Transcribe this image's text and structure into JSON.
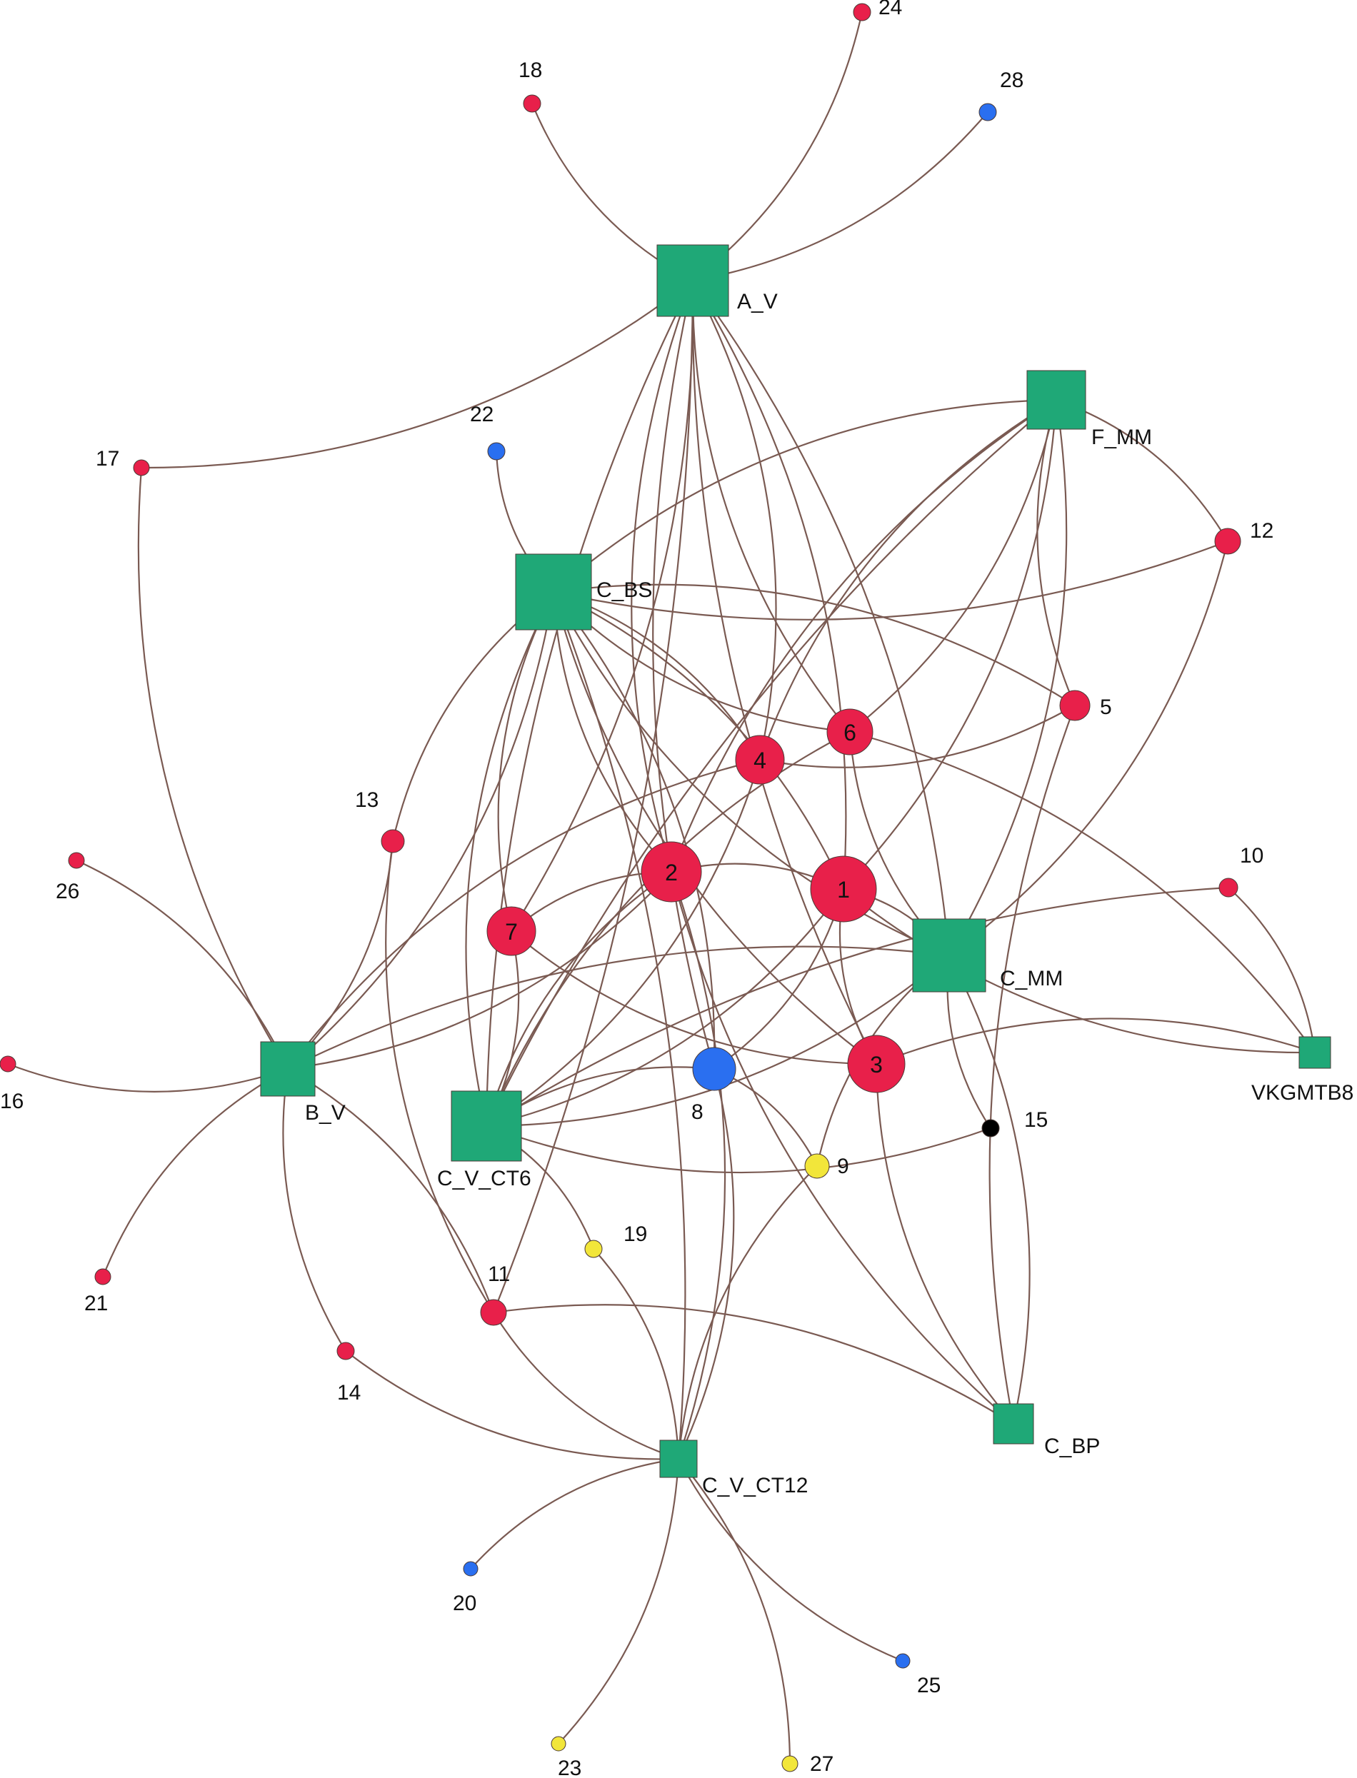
{
  "colors": {
    "hub": "#1fa877",
    "red": "#e8204a",
    "blue": "#2a6ff0",
    "yellow": "#f2e63a",
    "black": "#000000",
    "edge": "#7a5a52"
  },
  "nodes": [
    {
      "id": "A_V",
      "label": "A_V",
      "shape": "square",
      "color": "hub"
    },
    {
      "id": "F_MM",
      "label": "F_MM",
      "shape": "square",
      "color": "hub"
    },
    {
      "id": "C_BS",
      "label": "C_BS",
      "shape": "square",
      "color": "hub"
    },
    {
      "id": "C_MM",
      "label": "C_MM",
      "shape": "square",
      "color": "hub"
    },
    {
      "id": "B_V",
      "label": "B_V",
      "shape": "square",
      "color": "hub"
    },
    {
      "id": "C_V_CT6",
      "label": "C_V_CT6",
      "shape": "square",
      "color": "hub"
    },
    {
      "id": "C_V_CT12",
      "label": "C_V_CT12",
      "shape": "square",
      "color": "hub"
    },
    {
      "id": "C_BP",
      "label": "C_BP",
      "shape": "square",
      "color": "hub"
    },
    {
      "id": "VKGMTB8",
      "label": "VKGMTB8",
      "shape": "square",
      "color": "hub"
    },
    {
      "id": "1",
      "label": "1",
      "shape": "circle",
      "color": "red",
      "inner": true
    },
    {
      "id": "2",
      "label": "2",
      "shape": "circle",
      "color": "red",
      "inner": true
    },
    {
      "id": "3",
      "label": "3",
      "shape": "circle",
      "color": "red",
      "inner": true
    },
    {
      "id": "4",
      "label": "4",
      "shape": "circle",
      "color": "red",
      "inner": true
    },
    {
      "id": "6",
      "label": "6",
      "shape": "circle",
      "color": "red",
      "inner": true
    },
    {
      "id": "7",
      "label": "7",
      "shape": "circle",
      "color": "red",
      "inner": true
    },
    {
      "id": "5",
      "label": "5",
      "shape": "circle",
      "color": "red"
    },
    {
      "id": "8",
      "label": "8",
      "shape": "circle",
      "color": "blue"
    },
    {
      "id": "9",
      "label": "9",
      "shape": "circle",
      "color": "yellow"
    },
    {
      "id": "10",
      "label": "10",
      "shape": "circle",
      "color": "red"
    },
    {
      "id": "11",
      "label": "11",
      "shape": "circle",
      "color": "red"
    },
    {
      "id": "12",
      "label": "12",
      "shape": "circle",
      "color": "red"
    },
    {
      "id": "13",
      "label": "13",
      "shape": "circle",
      "color": "red"
    },
    {
      "id": "14",
      "label": "14",
      "shape": "circle",
      "color": "red"
    },
    {
      "id": "15",
      "label": "15",
      "shape": "circle",
      "color": "black"
    },
    {
      "id": "16",
      "label": "16",
      "shape": "circle",
      "color": "red"
    },
    {
      "id": "17",
      "label": "17",
      "shape": "circle",
      "color": "red"
    },
    {
      "id": "18",
      "label": "18",
      "shape": "circle",
      "color": "red"
    },
    {
      "id": "19",
      "label": "19",
      "shape": "circle",
      "color": "yellow"
    },
    {
      "id": "20",
      "label": "20",
      "shape": "circle",
      "color": "blue"
    },
    {
      "id": "21",
      "label": "21",
      "shape": "circle",
      "color": "red"
    },
    {
      "id": "22",
      "label": "22",
      "shape": "circle",
      "color": "blue"
    },
    {
      "id": "23",
      "label": "23",
      "shape": "circle",
      "color": "yellow"
    },
    {
      "id": "24",
      "label": "24",
      "shape": "circle",
      "color": "red"
    },
    {
      "id": "25",
      "label": "25",
      "shape": "circle",
      "color": "blue"
    },
    {
      "id": "26",
      "label": "26",
      "shape": "circle",
      "color": "red"
    },
    {
      "id": "27",
      "label": "27",
      "shape": "circle",
      "color": "yellow"
    },
    {
      "id": "28",
      "label": "28",
      "shape": "circle",
      "color": "blue"
    }
  ],
  "edges": [
    [
      "A_V",
      "24"
    ],
    [
      "A_V",
      "18"
    ],
    [
      "A_V",
      "28"
    ],
    [
      "A_V",
      "17"
    ],
    [
      "A_V",
      "C_V_CT6"
    ],
    [
      "A_V",
      "7"
    ],
    [
      "A_V",
      "2"
    ],
    [
      "A_V",
      "4"
    ],
    [
      "A_V",
      "6"
    ],
    [
      "A_V",
      "1"
    ],
    [
      "A_V",
      "8"
    ],
    [
      "A_V",
      "11"
    ],
    [
      "A_V",
      "3"
    ],
    [
      "A_V",
      "C_MM"
    ],
    [
      "F_MM",
      "C_BS"
    ],
    [
      "F_MM",
      "12"
    ],
    [
      "F_MM",
      "5"
    ],
    [
      "F_MM",
      "6"
    ],
    [
      "F_MM",
      "4"
    ],
    [
      "F_MM",
      "1"
    ],
    [
      "F_MM",
      "2"
    ],
    [
      "F_MM",
      "C_MM"
    ],
    [
      "F_MM",
      "C_V_CT6"
    ],
    [
      "C_BS",
      "22"
    ],
    [
      "C_BS",
      "12"
    ],
    [
      "C_BS",
      "5"
    ],
    [
      "C_BS",
      "6"
    ],
    [
      "C_BS",
      "4"
    ],
    [
      "C_BS",
      "2"
    ],
    [
      "C_BS",
      "1"
    ],
    [
      "C_BS",
      "7"
    ],
    [
      "C_BS",
      "8"
    ],
    [
      "C_BS",
      "3"
    ],
    [
      "C_BS",
      "B_V"
    ],
    [
      "C_BS",
      "C_V_CT6"
    ],
    [
      "C_BS",
      "C_V_CT12"
    ],
    [
      "C_BS",
      "C_MM"
    ],
    [
      "12",
      "C_MM"
    ],
    [
      "5",
      "C_BP"
    ],
    [
      "5",
      "4"
    ],
    [
      "6",
      "C_MM"
    ],
    [
      "6",
      "VKGMTB8"
    ],
    [
      "6",
      "C_V_CT6"
    ],
    [
      "4",
      "C_V_CT6"
    ],
    [
      "4",
      "B_V"
    ],
    [
      "2",
      "1"
    ],
    [
      "2",
      "7"
    ],
    [
      "2",
      "B_V"
    ],
    [
      "2",
      "C_V_CT6"
    ],
    [
      "2",
      "C_V_CT12"
    ],
    [
      "2",
      "C_BP"
    ],
    [
      "1",
      "C_MM"
    ],
    [
      "1",
      "3"
    ],
    [
      "1",
      "8"
    ],
    [
      "1",
      "VKGMTB8"
    ],
    [
      "1",
      "C_V_CT6"
    ],
    [
      "7",
      "3"
    ],
    [
      "7",
      "C_V_CT6"
    ],
    [
      "C_MM",
      "B_V"
    ],
    [
      "C_MM",
      "C_V_CT6"
    ],
    [
      "C_MM",
      "15"
    ],
    [
      "C_MM",
      "C_BP"
    ],
    [
      "C_MM",
      "9"
    ],
    [
      "3",
      "VKGMTB8"
    ],
    [
      "3",
      "C_BP"
    ],
    [
      "10",
      "VKGMTB8"
    ],
    [
      "10",
      "C_V_CT6"
    ],
    [
      "8",
      "9"
    ],
    [
      "8",
      "C_V_CT6"
    ],
    [
      "8",
      "C_V_CT12"
    ],
    [
      "9",
      "C_V_CT12"
    ],
    [
      "13",
      "C_BS"
    ],
    [
      "13",
      "11"
    ],
    [
      "13",
      "B_V"
    ],
    [
      "B_V",
      "26"
    ],
    [
      "B_V",
      "16"
    ],
    [
      "B_V",
      "21"
    ],
    [
      "B_V",
      "17"
    ],
    [
      "B_V",
      "14"
    ],
    [
      "B_V",
      "11"
    ],
    [
      "C_V_CT6",
      "15"
    ],
    [
      "C_V_CT6",
      "19"
    ],
    [
      "11",
      "C_V_CT12"
    ],
    [
      "11",
      "C_BP"
    ],
    [
      "14",
      "C_V_CT12"
    ],
    [
      "19",
      "C_V_CT12"
    ],
    [
      "C_V_CT12",
      "20"
    ],
    [
      "C_V_CT12",
      "23"
    ],
    [
      "C_V_CT12",
      "25"
    ],
    [
      "C_V_CT12",
      "27"
    ]
  ]
}
